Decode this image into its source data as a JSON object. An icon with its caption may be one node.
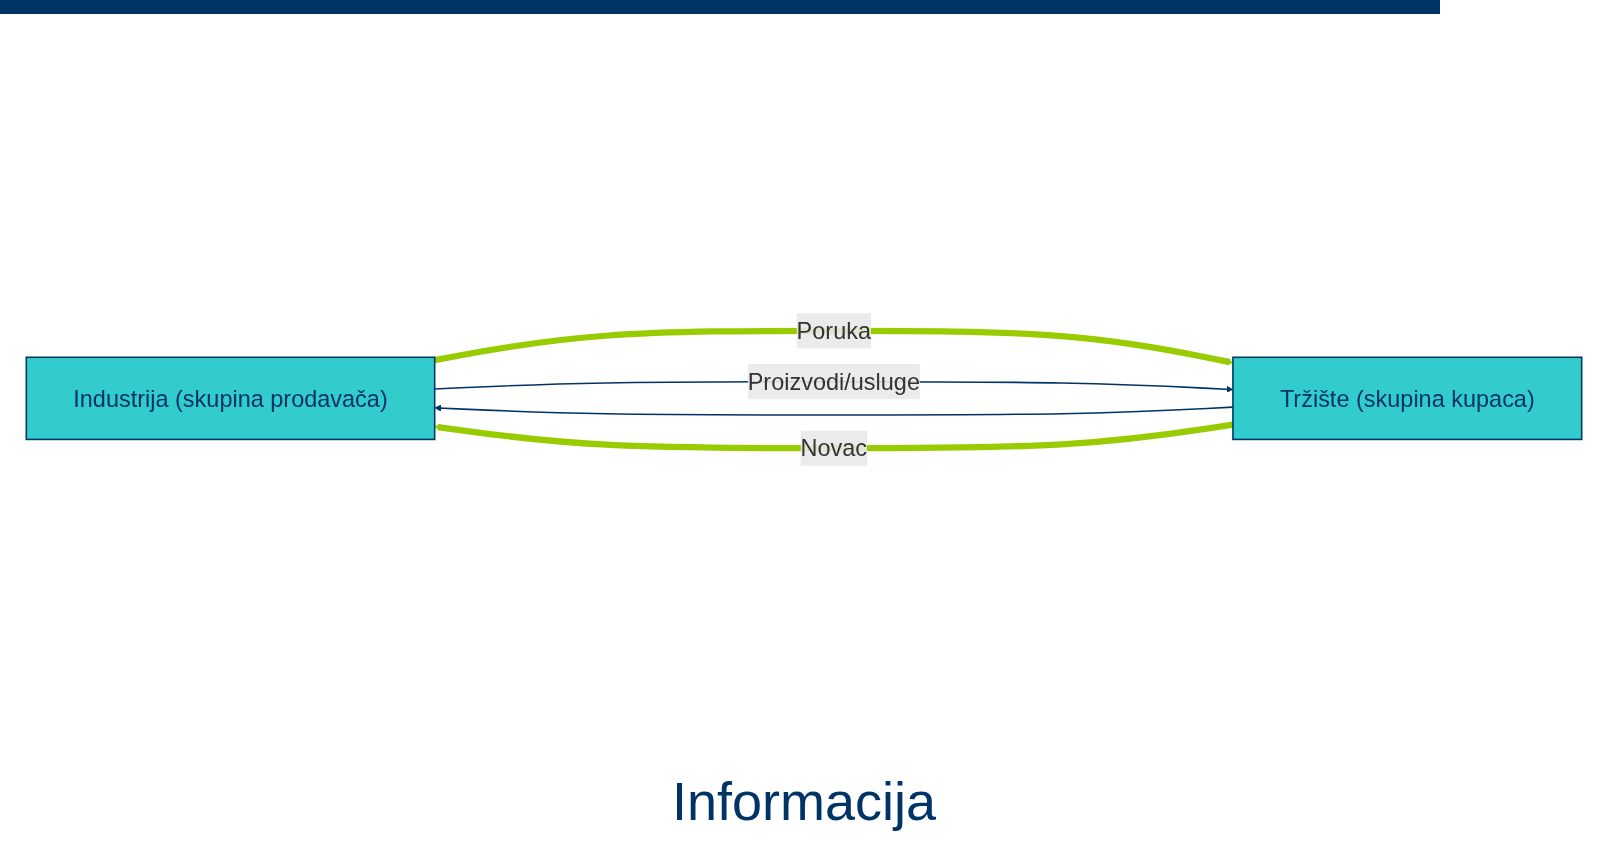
{
  "diagram": {
    "nodes": [
      {
        "text": [
          "Industrija (skupina prodavača)"
        ]
      },
      {
        "text": [
          "Tržište (skupina kupaca)"
        ]
      }
    ],
    "edges": [
      {
        "from": 0,
        "to": 1,
        "arrow": "to",
        "label": "Poruka",
        "style": "thick",
        "color": "#99cc00"
      },
      {
        "from": 0,
        "to": 1,
        "arrow": "to",
        "label": "Proizvodi/usluge",
        "color": "#003366"
      },
      {
        "from": 1,
        "to": 0,
        "arrow": "to",
        "color": "#003366"
      },
      {
        "from": 1,
        "to": 0,
        "arrow": "to",
        "label": "Novac",
        "style": "thick",
        "color": "#99cc00"
      }
    ],
    "labels": [
      "Informacija"
    ]
  }
}
